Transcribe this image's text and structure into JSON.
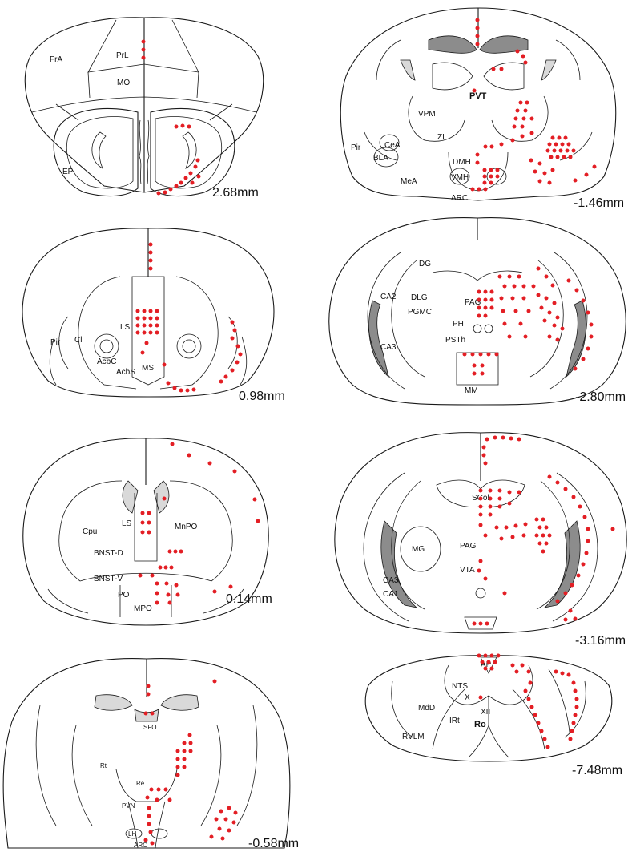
{
  "sections": [
    {
      "id": "s1",
      "coordinate": "2.68mm",
      "labels": [
        "FrA",
        "PrL",
        "MO",
        "EPl"
      ]
    },
    {
      "id": "s2",
      "coordinate": "0.98mm",
      "labels": [
        "LS",
        "Pir",
        "Cl",
        "AcbC",
        "AcbS",
        "MS"
      ]
    },
    {
      "id": "s3",
      "coordinate": "0.14mm",
      "labels": [
        "LS",
        "MnPO",
        "Cpu",
        "BNST-D",
        "BNST-V",
        "PO",
        "MPO"
      ]
    },
    {
      "id": "s4",
      "coordinate": "-0.58mm",
      "labels": [
        "SFO",
        "Rt",
        "Re",
        "PVN",
        "LH",
        "ARC"
      ]
    },
    {
      "id": "s5",
      "coordinate": "-1.46mm",
      "labels": [
        "PVT",
        "VPM",
        "ZI",
        "CeA",
        "Pir",
        "BLA",
        "DMH",
        "VMH",
        "MeA",
        "ARC"
      ]
    },
    {
      "id": "s6",
      "coordinate": "-2.80mm",
      "labels": [
        "DG",
        "CA2",
        "DLG",
        "PAG",
        "PGMC",
        "PH",
        "PSTh",
        "CA3",
        "MM"
      ]
    },
    {
      "id": "s7",
      "coordinate": "-3.16mm",
      "labels": [
        "SCol",
        "MG",
        "PAG",
        "VTA",
        "CA3",
        "CA1"
      ]
    },
    {
      "id": "s8",
      "coordinate": "-7.48mm",
      "labels": [
        "AP",
        "NTS",
        "X",
        "MdD",
        "IRt",
        "XII",
        "Ro",
        "RVLM"
      ]
    }
  ],
  "colors": {
    "dot": "#e31e24",
    "outline": "#1a1a1a",
    "light_region": "#d9d9d9",
    "dark_region": "#8c8c8c",
    "background": "#ffffff"
  }
}
